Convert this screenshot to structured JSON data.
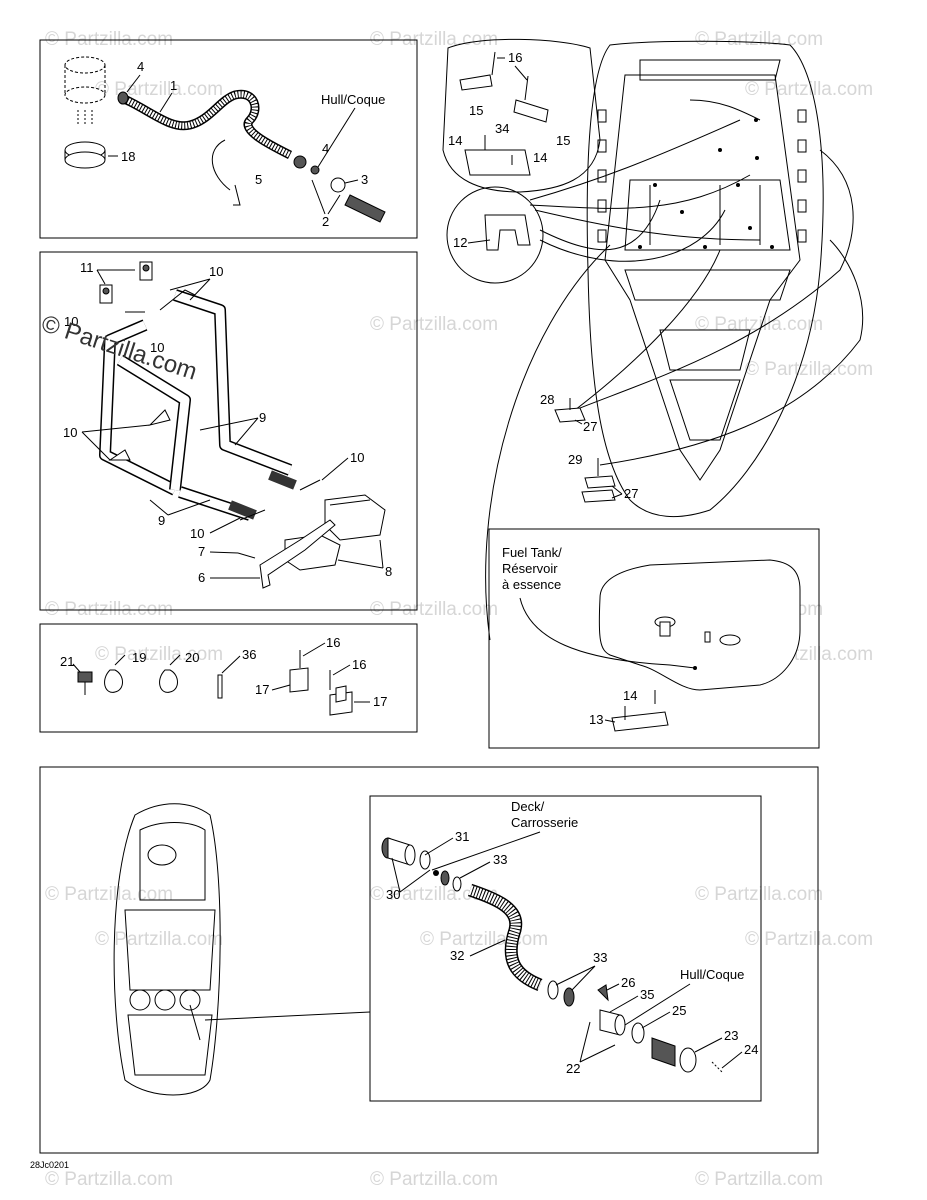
{
  "watermark": {
    "main": "© Partzilla.com",
    "faint": "© Partzilla.com"
  },
  "figure_code": "28Jc0201",
  "labels": {
    "hull_coque": "Hull/Coque",
    "hull_coque_2": "Hull/Coque",
    "deck": "Deck/",
    "carrosserie": "Carrosserie",
    "fuel_tank": "Fuel Tank/",
    "reservoir": "Réservoir",
    "a_essence": "à essence"
  },
  "callouts": {
    "p1_1": "1",
    "p1_2": "2",
    "p1_3": "3",
    "p1_4a": "4",
    "p1_4b": "4",
    "p1_5": "5",
    "p1_18": "18",
    "p2_6": "6",
    "p2_7": "7",
    "p2_8": "8",
    "p2_9a": "9",
    "p2_9b": "9",
    "p2_10a": "10",
    "p2_10b": "10",
    "p2_10c": "10",
    "p2_10d": "10",
    "p2_10e": "10",
    "p2_11": "11",
    "p3_16a": "16",
    "p3_16b": "16",
    "p3_17a": "17",
    "p3_17b": "17",
    "p3_19": "19",
    "p3_20": "20",
    "p3_21": "21",
    "p3_36": "36",
    "h_12": "12",
    "h_14a": "14",
    "h_14b": "14",
    "h_15a": "15",
    "h_15b": "15",
    "h_16": "16",
    "h_34": "34",
    "h_27a": "27",
    "h_27b": "27",
    "h_28": "28",
    "h_29": "29",
    "ft_13": "13",
    "ft_14": "14",
    "b_22": "22",
    "b_23": "23",
    "b_24": "24",
    "b_25": "25",
    "b_26": "26",
    "b_30": "30",
    "b_31": "31",
    "b_32": "32",
    "b_33a": "33",
    "b_33b": "33",
    "b_35": "35"
  }
}
